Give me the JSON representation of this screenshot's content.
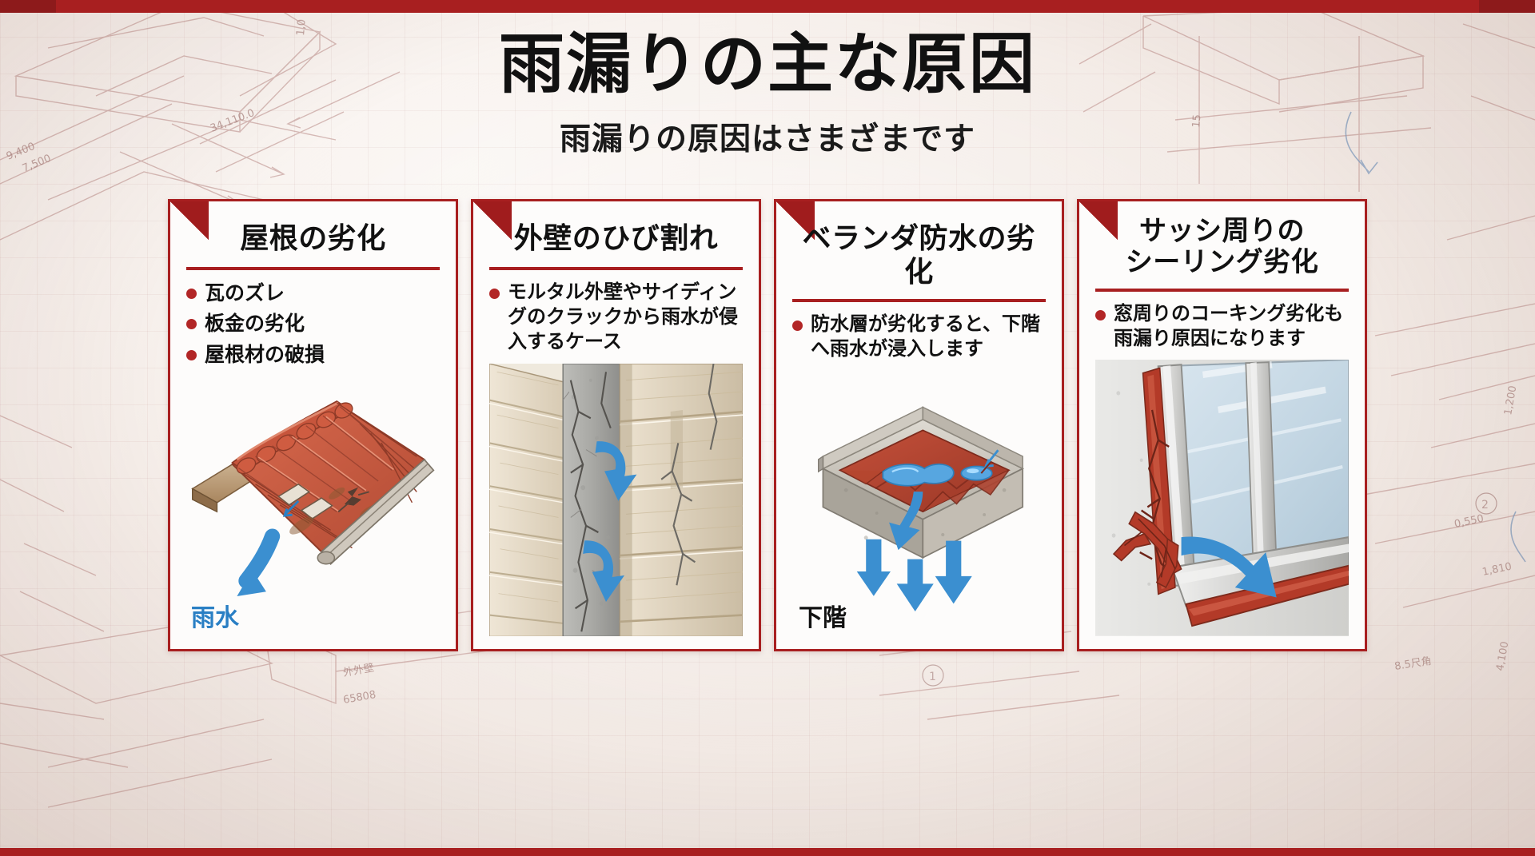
{
  "header": {
    "title": "雨漏りの主な原因",
    "subtitle": "雨漏りの原因はさまざまです"
  },
  "theme": {
    "accent_red": "#a81f20",
    "corner_red": "#a01c1d",
    "bullet_red": "#b22626",
    "water_blue": "#2a7fc4",
    "paper": "#f2ece8",
    "card_bg": "#fdfcfb",
    "text_dark": "#111111"
  },
  "cards": [
    {
      "id": "roof",
      "title": "屋根の劣化",
      "bullets": [
        "瓦のズレ",
        "板金の劣化",
        "屋根材の破損"
      ],
      "figure": {
        "name": "roof-tiles-illustration",
        "label": "雨水",
        "label_color": "#2a7fc4"
      }
    },
    {
      "id": "wall-crack",
      "title": "外壁のひび割れ",
      "bullets": [
        "モルタル外壁やサイディングのクラックから雨水が侵入するケース"
      ],
      "figure": {
        "name": "wall-crack-illustration",
        "label": "",
        "label_color": "#2a7fc4"
      }
    },
    {
      "id": "balcony-waterproof",
      "title": "ベランダ防水の劣化",
      "bullets": [
        "防水層が劣化すると、下階へ雨水が浸入します"
      ],
      "figure": {
        "name": "balcony-waterproofing-illustration",
        "label": "下階",
        "label_color": "#111111"
      }
    },
    {
      "id": "sash-sealing",
      "title_lines": [
        "サッシ周りの",
        "シーリング劣化"
      ],
      "title": "サッシ周りのシーリング劣化",
      "bullets": [
        "窓周りのコーキング劣化も雨漏り原因になります"
      ],
      "figure": {
        "name": "window-sash-sealing-illustration",
        "label": "",
        "label_color": "#2a7fc4"
      }
    }
  ],
  "background": {
    "name": "architectural-blueprint-sketch",
    "annotations": [
      "7,500",
      "9,400",
      "34,110.0",
      "1,810",
      "0,550",
      "8.5尺角",
      "外外壁",
      "65808"
    ]
  }
}
